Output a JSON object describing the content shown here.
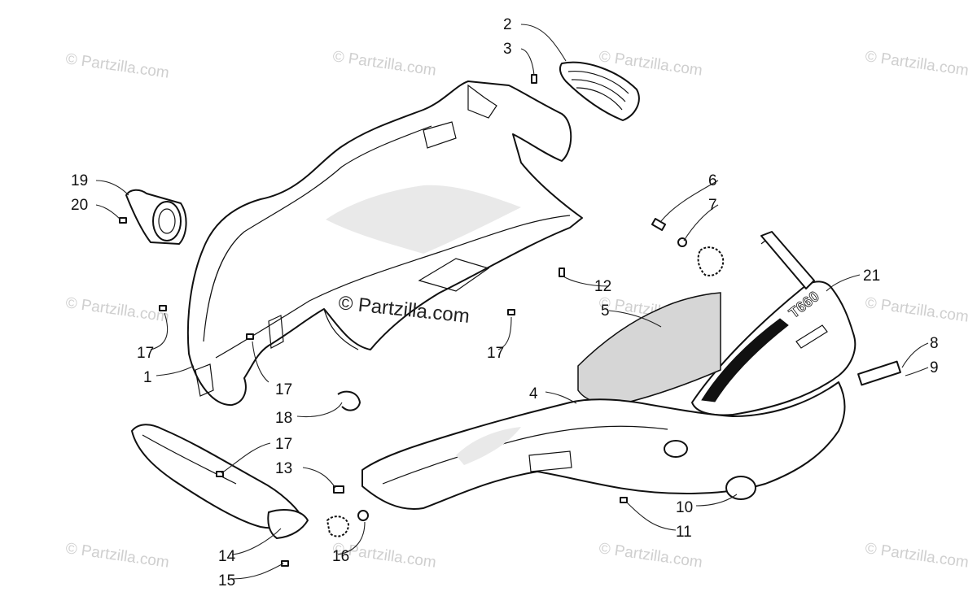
{
  "watermark_text": "© Partzilla.com",
  "center_watermark_text": "© Partzilla.com",
  "decal_text": "T660",
  "callouts": [
    {
      "id": "c2",
      "label": "2"
    },
    {
      "id": "c3",
      "label": "3"
    },
    {
      "id": "c19",
      "label": "19"
    },
    {
      "id": "c20",
      "label": "20"
    },
    {
      "id": "c6",
      "label": "6"
    },
    {
      "id": "c7",
      "label": "7"
    },
    {
      "id": "c21",
      "label": "21"
    },
    {
      "id": "c12",
      "label": "12"
    },
    {
      "id": "c5",
      "label": "5"
    },
    {
      "id": "c17a",
      "label": "17"
    },
    {
      "id": "c1",
      "label": "1"
    },
    {
      "id": "c17b",
      "label": "17"
    },
    {
      "id": "c17c",
      "label": "17"
    },
    {
      "id": "c8",
      "label": "8"
    },
    {
      "id": "c9",
      "label": "9"
    },
    {
      "id": "c4",
      "label": "4"
    },
    {
      "id": "c18",
      "label": "18"
    },
    {
      "id": "c17d",
      "label": "17"
    },
    {
      "id": "c13",
      "label": "13"
    },
    {
      "id": "c10",
      "label": "10"
    },
    {
      "id": "c11",
      "label": "11"
    },
    {
      "id": "c14",
      "label": "14"
    },
    {
      "id": "c16",
      "label": "16"
    },
    {
      "id": "c15",
      "label": "15"
    }
  ]
}
